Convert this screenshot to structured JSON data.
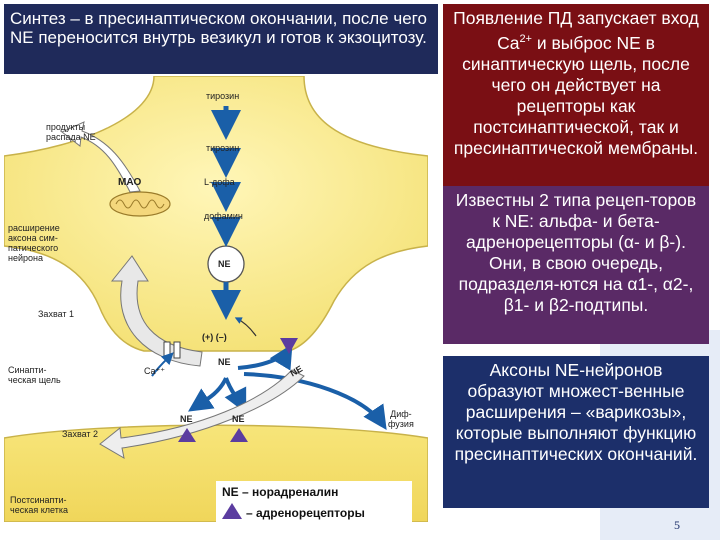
{
  "title_box": {
    "text": "Синтез – в пресинаптическом окончании, после чего NE переносится внутрь везикул и готов к экзоцитозу."
  },
  "red_box": {
    "line1_pre": "Появление ПД запускает вход Ca",
    "line1_sup": "2+",
    "line1_post": " и выброс NE в синаптическую щель, после чего он действует на рецепторы как постсинаптической, так и пресинаптической мембраны."
  },
  "purple_box": {
    "p1": "Известны 2 типа рецеп-торов к NE: альфа- и бета-адренорецепторы (",
    "alpha": "α",
    "p2": "- и ",
    "beta": "β",
    "p3": "-). Они, в свою очередь, подразделя-ются на ",
    "a1": "α1-, ",
    "a2": "α2-, ",
    "b1": "β1- и ",
    "b2": "β2-подтипы."
  },
  "blue_box": {
    "text": "Аксоны NE-нейронов образуют множест-венные расширения – «варикозы», которые выполняют функцию пресинаптических окончаний."
  },
  "page_number": "5",
  "diagram": {
    "labels": {
      "tyrosine_top": "тирозин",
      "mao_products": "продукты\nраспада NE",
      "tyrosine_2": "тирозин",
      "mao": "MAO",
      "ldopa": "L-дофа",
      "axon_expansion": "расширение\nаксона сим-\nпатического\nнейрона",
      "dopamine": "дофамин",
      "ne_vesicle": "NE",
      "uptake1": "Захват 1",
      "plus_minus": "(+)  (–)",
      "synaptic_cleft": "Синапти-\nческая щель",
      "ca": "Ca⁺⁺",
      "ne_cleft": "NE",
      "ne_pre_receptor": "NE",
      "ne_post1": "NE",
      "ne_post2": "NE",
      "diffusion": "Диф-\nфузия",
      "uptake2": "Захват 2",
      "postsynaptic_cell": "Постсинапти-\nческая клетка"
    },
    "legend": {
      "ne_label": "NE – норадреналин",
      "receptor_label": "– адренорецепторы"
    },
    "colors": {
      "neuron_fill": "#f6e88a",
      "neuron_edge": "#c8b24a",
      "arrow": "#1a5fa8",
      "receptor": "#5b3ca0",
      "grey_arrow": "#e8e8e8"
    }
  }
}
